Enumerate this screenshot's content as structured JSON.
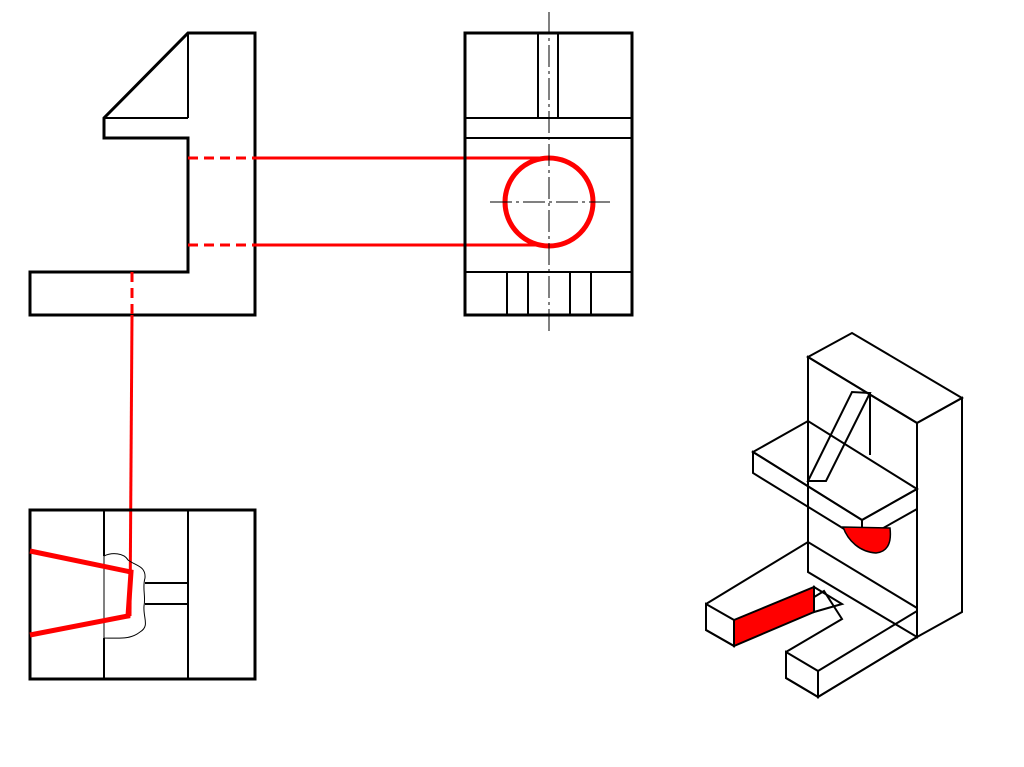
{
  "drawing": {
    "line_color": "#000000",
    "highlight_color": "#ff0000",
    "background": "#ffffff",
    "views": [
      "front-view",
      "side-view",
      "top-view",
      "isometric-view"
    ]
  }
}
